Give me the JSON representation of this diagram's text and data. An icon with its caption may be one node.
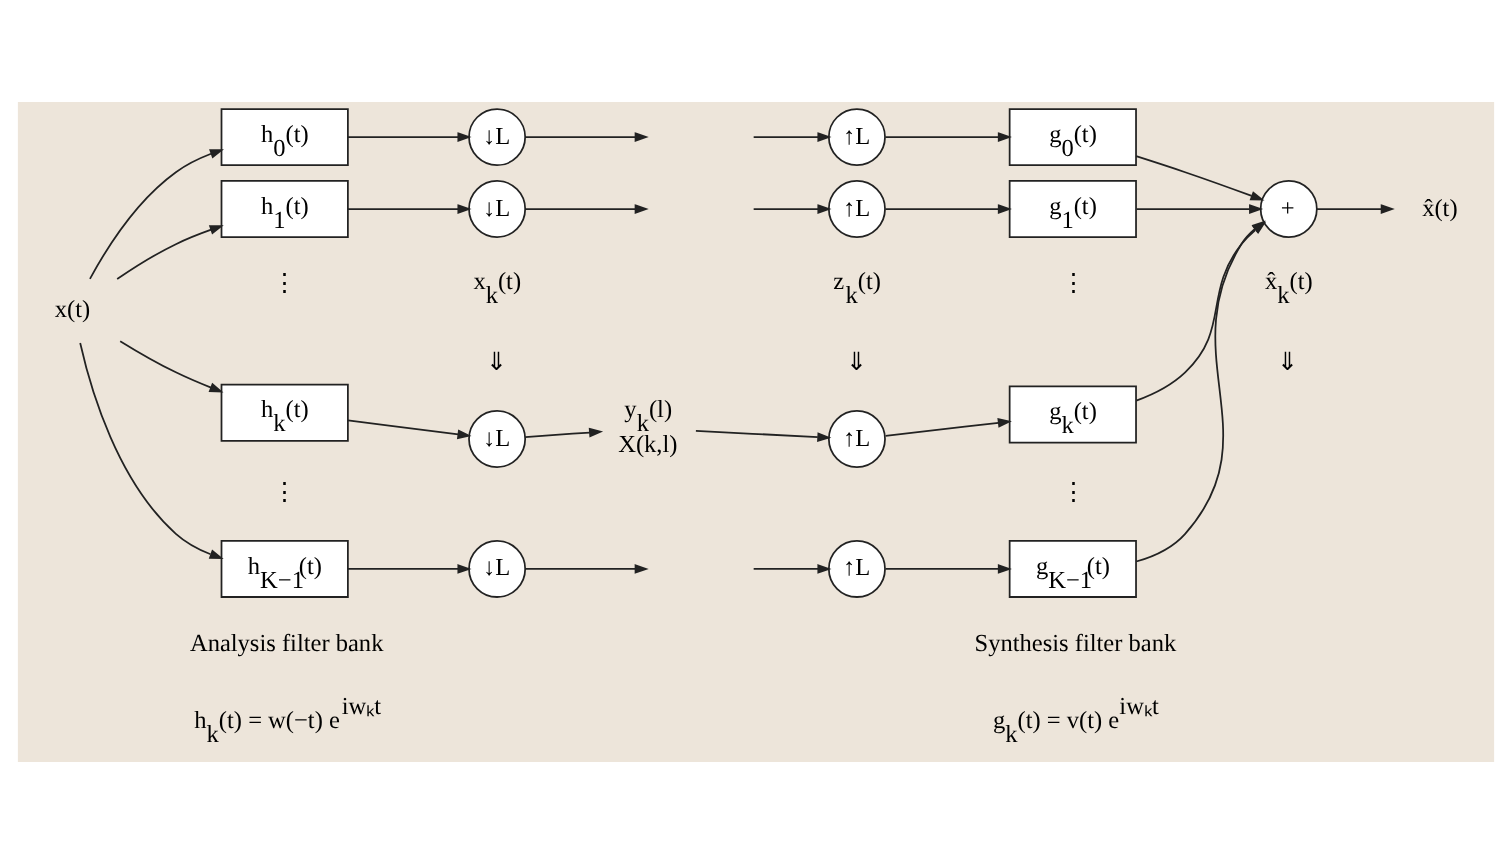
{
  "diagram": {
    "nodes": [
      {
        "text": [
          "x(t)"
        ]
      },
      {
        "text": [
          "h$_{0}$(t)"
        ]
      },
      {
        "text": [
          "↓L"
        ]
      },
      {
        "text": [
          "↑L"
        ]
      },
      {
        "text": [
          "g$_{0}$(t)"
        ]
      },
      {
        "text": [
          "h$_{1}$(t)"
        ]
      },
      {
        "text": [
          "↓L"
        ]
      },
      {
        "text": [
          "↑L"
        ]
      },
      {
        "text": [
          "g$_{1}$(t)"
        ]
      },
      {
        "text": [
          "h$_{k}$(t)"
        ]
      },
      {
        "text": [
          "↓L"
        ]
      },
      {
        "text": [
          "y$_{k}$(l)",
          "X(k,l)"
        ]
      },
      {
        "text": [
          "↑L"
        ]
      },
      {
        "text": [
          "g$_{k}$(t)"
        ]
      },
      {
        "text": [
          "h$_{K−1}$(t)"
        ]
      },
      {
        "text": [
          "↓L"
        ]
      },
      {
        "text": [
          "↑L"
        ]
      },
      {
        "text": [
          "g$_{K−1}$(t)"
        ]
      },
      {
        "text": [
          "+"
        ]
      },
      {
        "text": [
          "x̂(t)"
        ]
      }
    ],
    "edges": [
      {
        "from": 0,
        "to": 1,
        "arrow": "to"
      },
      {
        "from": 0,
        "to": 5,
        "arrow": "to"
      },
      {
        "from": 0,
        "to": 9,
        "arrow": "to"
      },
      {
        "from": 0,
        "to": 14,
        "arrow": "to"
      },
      {
        "from": 1,
        "to": 2,
        "arrow": "to"
      },
      {
        "from": 2,
        "to": null,
        "arrow": "to"
      },
      {
        "from": null,
        "to": 3,
        "arrow": "to"
      },
      {
        "from": 3,
        "to": 4,
        "arrow": "to"
      },
      {
        "from": 4,
        "to": 18,
        "arrow": "to"
      },
      {
        "from": 5,
        "to": 6,
        "arrow": "to"
      },
      {
        "from": 6,
        "to": null,
        "arrow": "to"
      },
      {
        "from": null,
        "to": 7,
        "arrow": "to"
      },
      {
        "from": 7,
        "to": 8,
        "arrow": "to"
      },
      {
        "from": 8,
        "to": 18,
        "arrow": "to"
      },
      {
        "from": 9,
        "to": 10,
        "arrow": "to"
      },
      {
        "from": 10,
        "to": 11,
        "arrow": "to"
      },
      {
        "from": 11,
        "to": 12,
        "arrow": "to"
      },
      {
        "from": 12,
        "to": 13,
        "arrow": "to"
      },
      {
        "from": 13,
        "to": 18,
        "arrow": "to"
      },
      {
        "from": 14,
        "to": 15,
        "arrow": "to"
      },
      {
        "from": 15,
        "to": null,
        "arrow": "to"
      },
      {
        "from": null,
        "to": 16,
        "arrow": "to"
      },
      {
        "from": 16,
        "to": 17,
        "arrow": "to"
      },
      {
        "from": 17,
        "to": 18,
        "arrow": "to"
      },
      {
        "from": 18,
        "to": 19,
        "arrow": "to"
      }
    ],
    "labels": [
      "⋮",
      "x$_{k}$(t)",
      "z$_{k}$(t)",
      "⋮",
      "x̂$_{k}$(t)",
      "⇓",
      "⇓",
      "⇓",
      "⋮",
      "⋮",
      "Analysis filter bank",
      "Synthesis filter bank",
      "h$_{k}$(t) = w(−t) e$^{iwₖt}$",
      "g$_{k}$(t) = v(t) e$^{iwₖt}$"
    ]
  }
}
